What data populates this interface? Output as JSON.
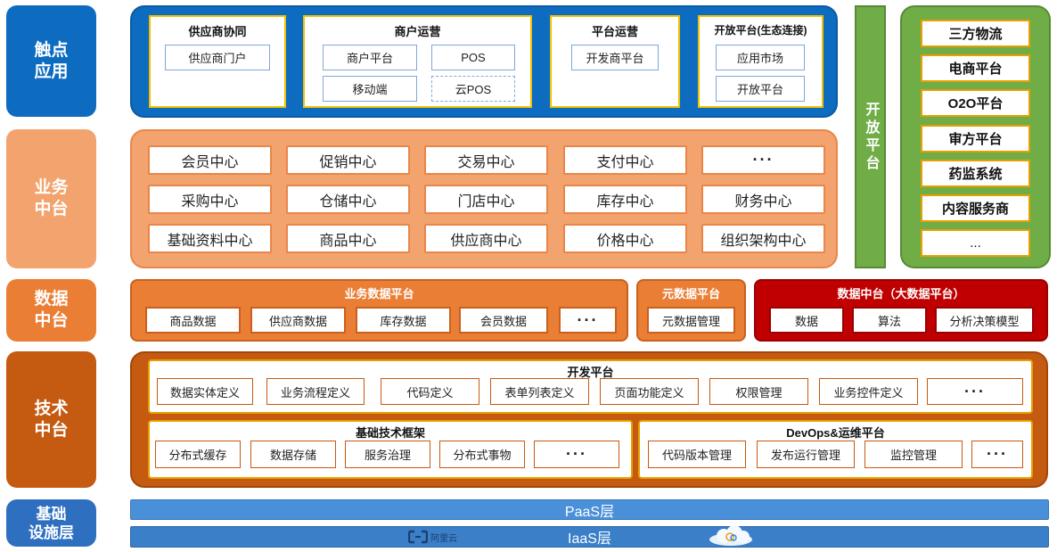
{
  "layers": {
    "touch": "触点\n应用",
    "business": "业务\n中台",
    "data": "数据\n中台",
    "tech": "技术\n中台",
    "infra": "基础\n设施层"
  },
  "touch_groups": {
    "supplier": {
      "title": "供应商协同",
      "items": [
        "供应商门户"
      ]
    },
    "merchant": {
      "title": "商户运营",
      "items": [
        "商户平台",
        "POS",
        "移动端",
        "云POS"
      ]
    },
    "platform": {
      "title": "平台运营",
      "items": [
        "开发商平台"
      ]
    },
    "open": {
      "title": "开放平台(生态连接)",
      "items": [
        "应用市场",
        "开放平台"
      ]
    }
  },
  "business_centers": [
    [
      "会员中心",
      "促销中心",
      "交易中心",
      "支付中心",
      "···"
    ],
    [
      "采购中心",
      "仓储中心",
      "门店中心",
      "库存中心",
      "财务中心"
    ],
    [
      "基础资料中心",
      "商品中心",
      "供应商中心",
      "价格中心",
      "组织架构中心"
    ]
  ],
  "open_platform_vertical": "开放平台",
  "ecosystem": [
    "三方物流",
    "电商平台",
    "O2O平台",
    "审方平台",
    "药监系统",
    "内容服务商",
    "..."
  ],
  "data_platform": {
    "business": {
      "title": "业务数据平台",
      "items": [
        "商品数据",
        "供应商数据",
        "库存数据",
        "会员数据",
        "···"
      ]
    },
    "meta": {
      "title": "元数据平台",
      "items": [
        "元数据管理"
      ]
    },
    "bigdata": {
      "title": "数据中台（大数据平台）",
      "items": [
        "数据",
        "算法",
        "分析决策模型"
      ]
    }
  },
  "tech_platform": {
    "dev": {
      "title": "开发平台",
      "items": [
        "数据实体定义",
        "业务流程定义",
        "代码定义",
        "表单列表定义",
        "页面功能定义",
        "权限管理",
        "业务控件定义",
        "···"
      ]
    },
    "framework": {
      "title": "基础技术框架",
      "items": [
        "分布式缓存",
        "数据存储",
        "服务治理",
        "分布式事物",
        "···"
      ]
    },
    "devops": {
      "title": "DevOps&运维平台",
      "items": [
        "代码版本管理",
        "发布运行管理",
        "监控管理",
        "···"
      ]
    }
  },
  "infra": {
    "paas": "PaaS层",
    "iaas": "IaaS层",
    "aliyun_logo": "阿里云"
  },
  "icons": {
    "aliyun": "aliyun-logo-icon",
    "cloud": "cloud-icon"
  },
  "colors": {
    "touch": "#0d6cc0",
    "business": "#f3a36d",
    "data": "#ea7e35",
    "tech": "#c55a11",
    "infra": "#2f6fc0",
    "bigdata": "#c00000",
    "ecosystem": "#70ad47"
  }
}
